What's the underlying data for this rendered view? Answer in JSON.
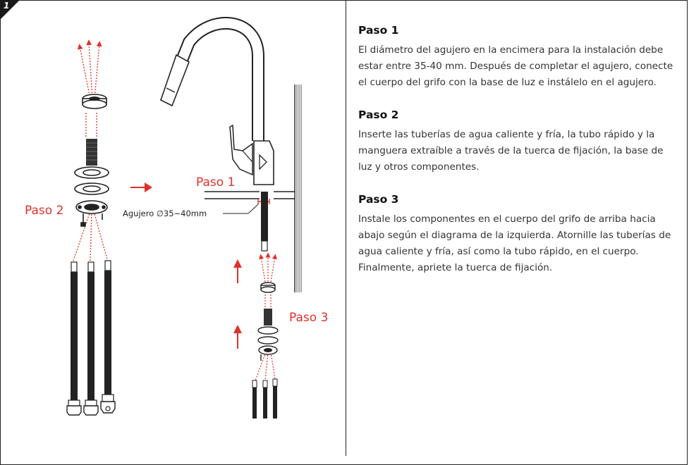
{
  "corner_number": "1",
  "diagram": {
    "label_paso1": "Paso 1",
    "label_paso2": "Paso 2",
    "label_paso3": "Paso 3",
    "agujero_label": "Agujero ∅35~40mm"
  },
  "steps": [
    {
      "title": "Paso 1",
      "text": "El diámetro del agujero en la encimera para la instalación debe estar entre 35-40 mm. Después de completar el agujero, conecte el cuerpo del grifo con la base de luz e instálelo en el agujero."
    },
    {
      "title": "Paso 2",
      "text": "Inserte las tuberías de agua caliente y fría, la tubo rápido y la manguera extraíble a través de la tuerca de fijación, la base de luz y otros componentes."
    },
    {
      "title": "Paso 3",
      "text": "Instale los componentes en el cuerpo del grifo de arriba hacia abajo según el diagrama de la izquierda. Atornille las tuberías de agua caliente y fría, así como la tubo rápido, en el cuerpo. Finalmente, apriete la tuerca de fijación."
    }
  ],
  "colors": {
    "accent_red": "#e0312a",
    "line": "#222222"
  }
}
